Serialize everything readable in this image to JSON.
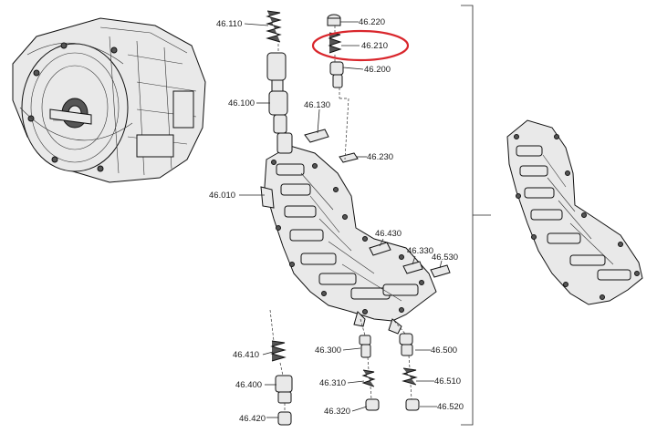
{
  "parts": [
    {
      "id": "p46_110",
      "text": "46.110"
    },
    {
      "id": "p46_220",
      "text": "46.220"
    },
    {
      "id": "p46_210",
      "text": "46.210"
    },
    {
      "id": "p46_200",
      "text": "46.200"
    },
    {
      "id": "p46_130",
      "text": "46.130"
    },
    {
      "id": "p46_100",
      "text": "46.100"
    },
    {
      "id": "p46_230",
      "text": "46.230"
    },
    {
      "id": "p46_010",
      "text": "46.010"
    },
    {
      "id": "p46_430",
      "text": "46.430"
    },
    {
      "id": "p46_330",
      "text": "46.330"
    },
    {
      "id": "p46_530",
      "text": "46.530"
    },
    {
      "id": "p46_410",
      "text": "46.410"
    },
    {
      "id": "p46_300",
      "text": "46.300"
    },
    {
      "id": "p46_500",
      "text": "46.500"
    },
    {
      "id": "p46_400",
      "text": "46.400"
    },
    {
      "id": "p46_310",
      "text": "46.310"
    },
    {
      "id": "p46_510",
      "text": "46.510"
    },
    {
      "id": "p46_420",
      "text": "46.420"
    },
    {
      "id": "p46_320",
      "text": "46.320"
    },
    {
      "id": "p46_520",
      "text": "46.520"
    }
  ],
  "highlight": {
    "part": "46.210",
    "color": "#d9262c"
  }
}
